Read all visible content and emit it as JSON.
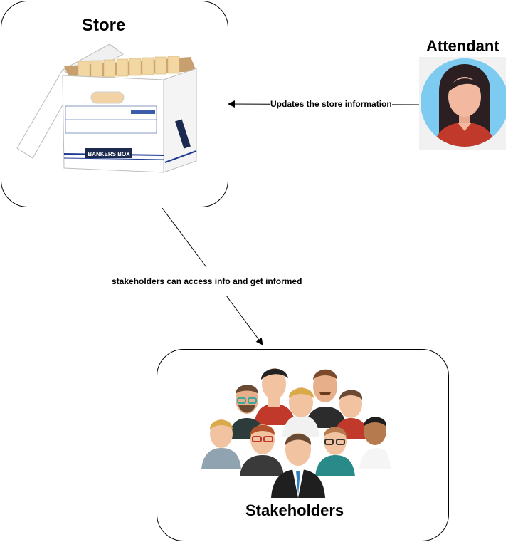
{
  "nodes": {
    "store": {
      "title": "Store",
      "box_label": "BANKERS BOX"
    },
    "attendant": {
      "title": "Attendant"
    },
    "stakeholders": {
      "title": "Stakeholders"
    }
  },
  "edges": {
    "attendant_to_store": {
      "label": "Updates the store information"
    },
    "store_to_stakeholders": {
      "label": "stakeholders  can access info and get informed"
    }
  },
  "colors": {
    "attendant_bg": "#7ecbf2",
    "attendant_hair": "#2b1f22",
    "attendant_skin": "#f2b9a0",
    "attendant_shirt": "#c0392b",
    "box_blue": "#1f3a93"
  }
}
